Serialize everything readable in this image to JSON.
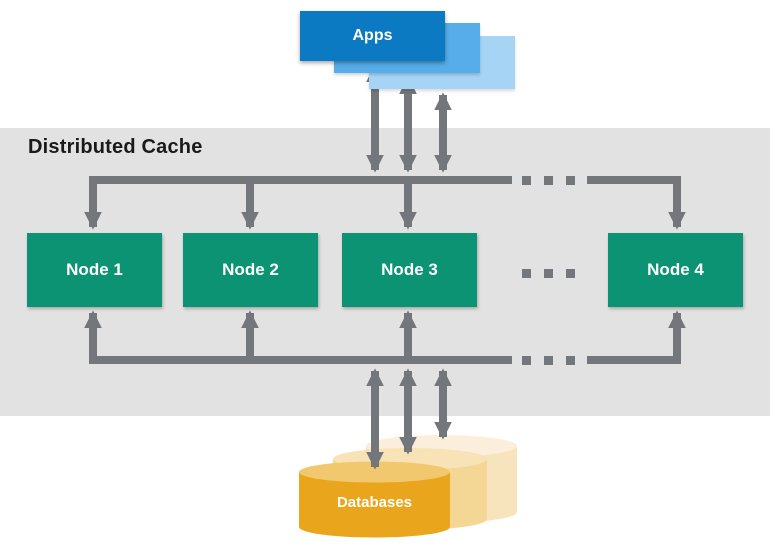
{
  "title": "Distributed Cache",
  "apps": {
    "label": "Apps"
  },
  "cache": {
    "nodes": [
      {
        "label": "Node 1"
      },
      {
        "label": "Node 2"
      },
      {
        "label": "Node 3"
      },
      {
        "label": "Node 4"
      }
    ]
  },
  "databases": {
    "label": "Databases"
  },
  "colors": {
    "page-bg": "#ffffff",
    "band-gray": "#e2e2e2",
    "title-text": "#1a1a1a",
    "arrow-gray": "#73767a",
    "node-green": "#0c9374",
    "app-front": "#0b7ac2",
    "app-middle": "#57ade9",
    "app-back": "#a6d4f4",
    "db-front": "#e9a51c",
    "db-front-top": "#f2c86e",
    "db-middle": "#f5d795",
    "db-middle-top": "#f8e3b7",
    "db-back": "#f8e4bc",
    "db-back-top": "#fbeedb"
  }
}
